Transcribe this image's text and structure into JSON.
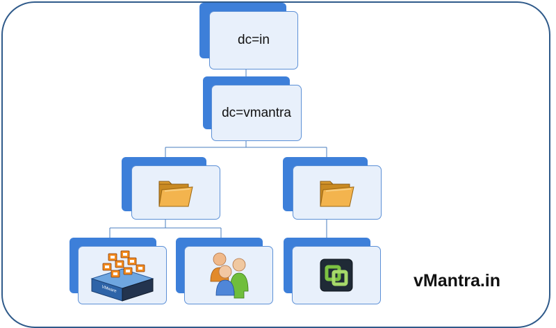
{
  "diagram": {
    "root": {
      "label": "dc=in"
    },
    "domain": {
      "label": "dc=vmantra"
    },
    "folders": [
      {
        "icon": "folder-icon"
      },
      {
        "icon": "folder-icon"
      }
    ],
    "leaves": [
      {
        "icon": "vmware-host-cluster-icon"
      },
      {
        "icon": "users-group-icon"
      },
      {
        "icon": "vsphere-logo-icon"
      }
    ],
    "colors": {
      "box_back": "#3d7fd9",
      "box_front": "#e8f0fb",
      "box_border": "#5b8fd6",
      "frame_border": "#2f5a8a",
      "connector": "#4a7dbf"
    }
  },
  "brand": {
    "text": "vMantra.in"
  }
}
